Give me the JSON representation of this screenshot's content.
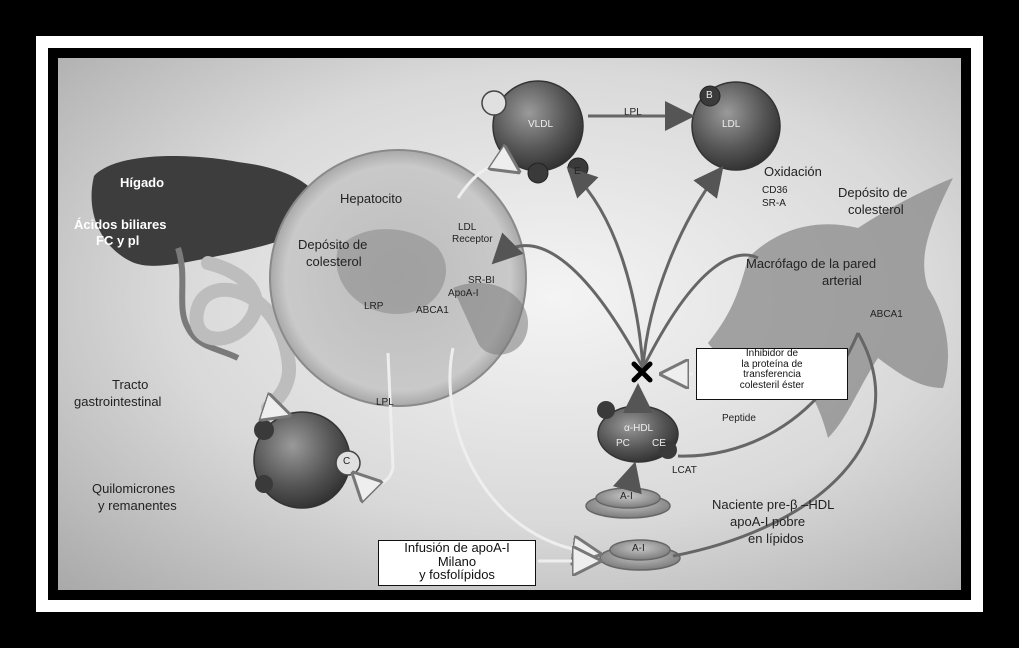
{
  "labels": {
    "higado": "Hígado",
    "acidos_biliares": "Ácidos biliares",
    "fc_pl": "FC y pl",
    "hepatocito": "Hepatocito",
    "deposito_hep_1": "Depósito de",
    "deposito_hep_2": "colesterol",
    "ldl_receptor_1": "LDL",
    "ldl_receptor_2": "Receptor",
    "sr_bi": "SR-BI",
    "apoa1": "ApoA-I",
    "lrp": "LRP",
    "abca1_hep": "ABCA1",
    "tracto_1": "Tracto",
    "tracto_2": "gastrointestinal",
    "lpl_left": "LPL",
    "quilo_1": "Quilomicrones",
    "quilo_2": "y remanentes",
    "vldl": "VLDL",
    "lpl_top": "LPL",
    "ldl": "LDL",
    "oxidacion": "Oxidación",
    "cd36": "CD36",
    "sra": "SR-A",
    "deposito_mac_1": "Depósito de",
    "deposito_mac_2": "colesterol",
    "macro_1": "Macrófago de la pared",
    "macro_2": "arterial",
    "abca1_mac": "ABCA1",
    "alpha_hdl": "α-HDL",
    "pc": "PC",
    "ce": "CE",
    "peptide": "Peptide",
    "lcat": "LCAT",
    "ai_1": "A-I",
    "ai_2": "A-I",
    "naciente_1": "Naciente pre-β –HDL",
    "naciente_2": "apoA-I pobre",
    "naciente_3": "en lípidos",
    "inhibidor_1": "Inhibidor de",
    "inhibidor_2": "la proteína de",
    "inhibidor_3": "transferencia",
    "inhibidor_4": "colesteril éster",
    "infusion_1": "Infusión de apoA-I",
    "infusion_2": "Milano",
    "infusion_3": "y fosfolípidos",
    "e_vldl": "E",
    "b_ldl": "B",
    "c_quilo": "C"
  },
  "colors": {
    "background_center": "#f4f4f4",
    "background_edge": "#a9a9a9",
    "frame": "#000000",
    "liver": "#3d3d3d",
    "particle": "#555555"
  }
}
